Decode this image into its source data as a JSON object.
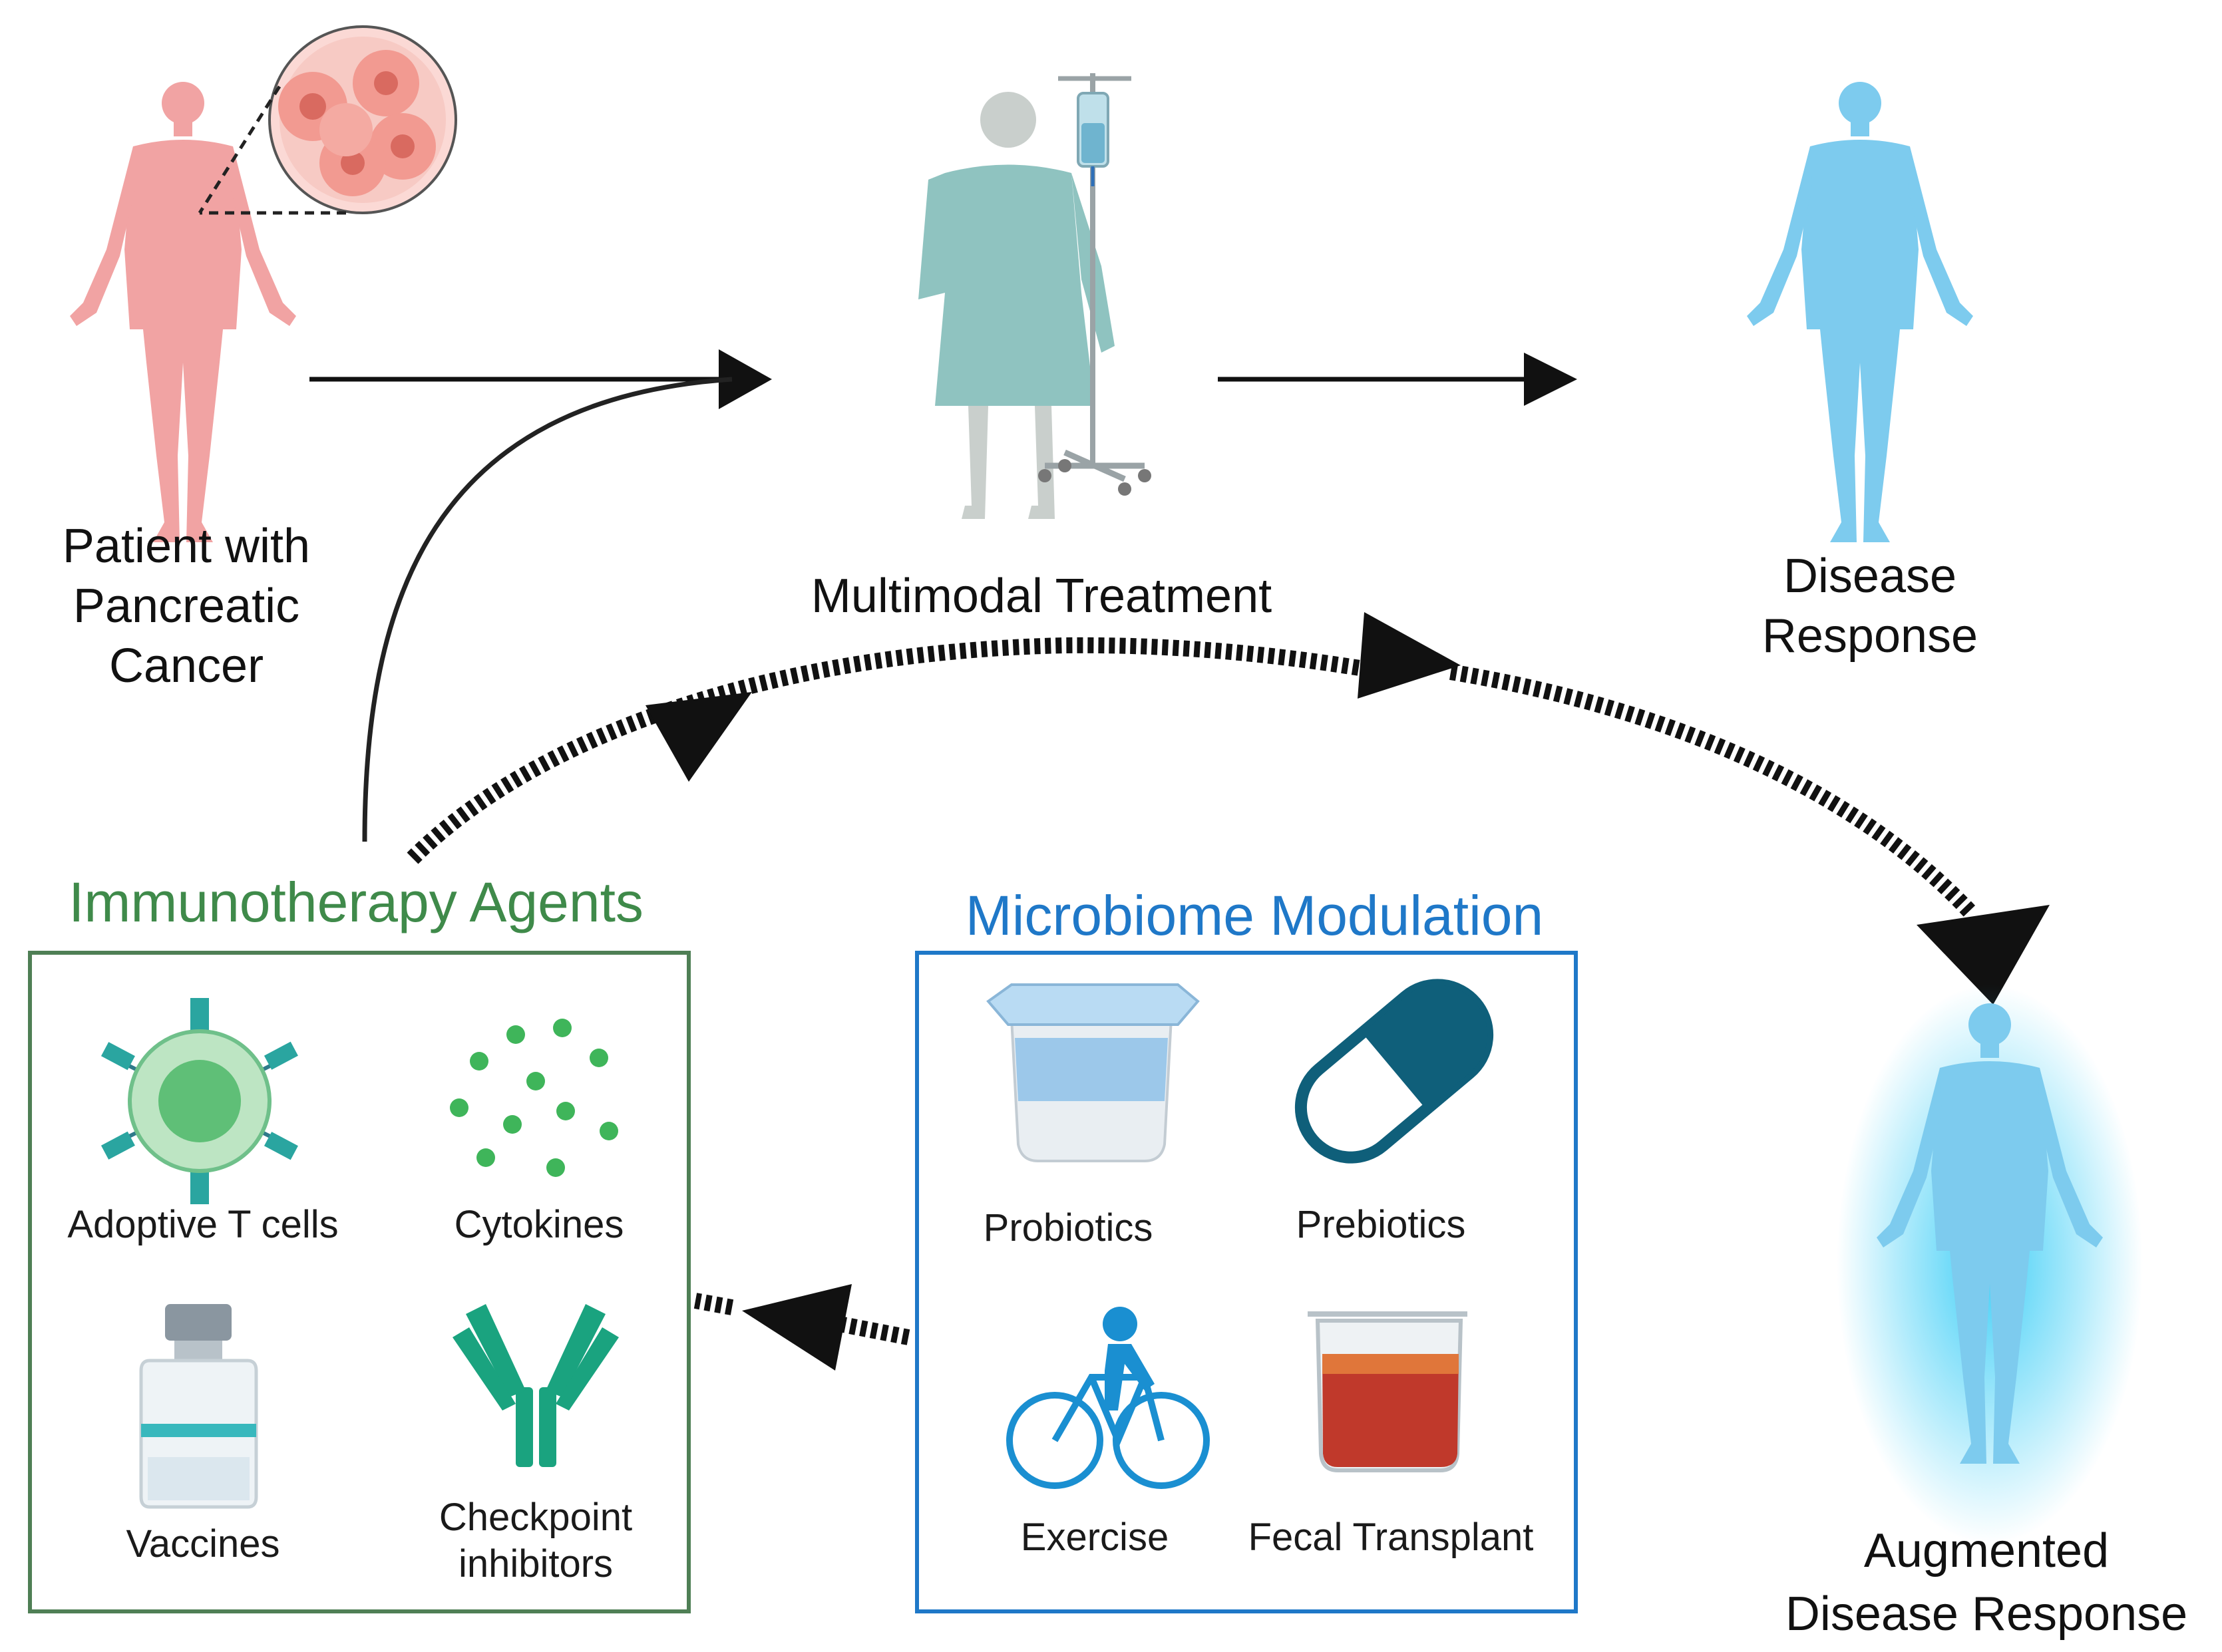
{
  "stages": {
    "patient": {
      "line1": "Patient with",
      "line2": "Pancreatic",
      "line3": "Cancer"
    },
    "treatment": {
      "label": "Multimodal Treatment"
    },
    "response": {
      "line1": "Disease",
      "line2": "Response"
    },
    "augmented": {
      "line1": "Augmented",
      "line2": "Disease Response"
    }
  },
  "immunotherapy": {
    "title": "Immunotherapy Agents",
    "color": "#3f8a4a",
    "items": [
      {
        "label": "Adoptive T cells"
      },
      {
        "label": "Cytokines"
      },
      {
        "label": "Vaccines"
      },
      {
        "label_line1": "Checkpoint",
        "label_line2": "inhibitors"
      }
    ]
  },
  "microbiome": {
    "title": "Microbiome Modulation",
    "color": "#1f78c8",
    "items": [
      {
        "label": "Probiotics"
      },
      {
        "label": "Prebiotics"
      },
      {
        "label": "Exercise"
      },
      {
        "label": "Fecal Transplant"
      }
    ]
  },
  "colors": {
    "cancer_figure": "#f1a3a3",
    "patient_gown": "#8fc3c0",
    "response_figure": "#7dcbee",
    "glow": "#22c7f5",
    "tcell": "#6fc08a",
    "dots": "#3fb55a",
    "antibody": "#1aa37f",
    "pill": "#0f5f7a",
    "bike": "#1a8fd1",
    "beaker_fluid": "#c0392b"
  },
  "icons": [
    "cancer-cells-icon",
    "iv-pole-icon",
    "t-cell-icon",
    "cytokine-dots-icon",
    "vaccine-vial-icon",
    "antibody-icon",
    "yogurt-cup-icon",
    "pill-capsule-icon",
    "bicycle-icon",
    "beaker-icon"
  ]
}
